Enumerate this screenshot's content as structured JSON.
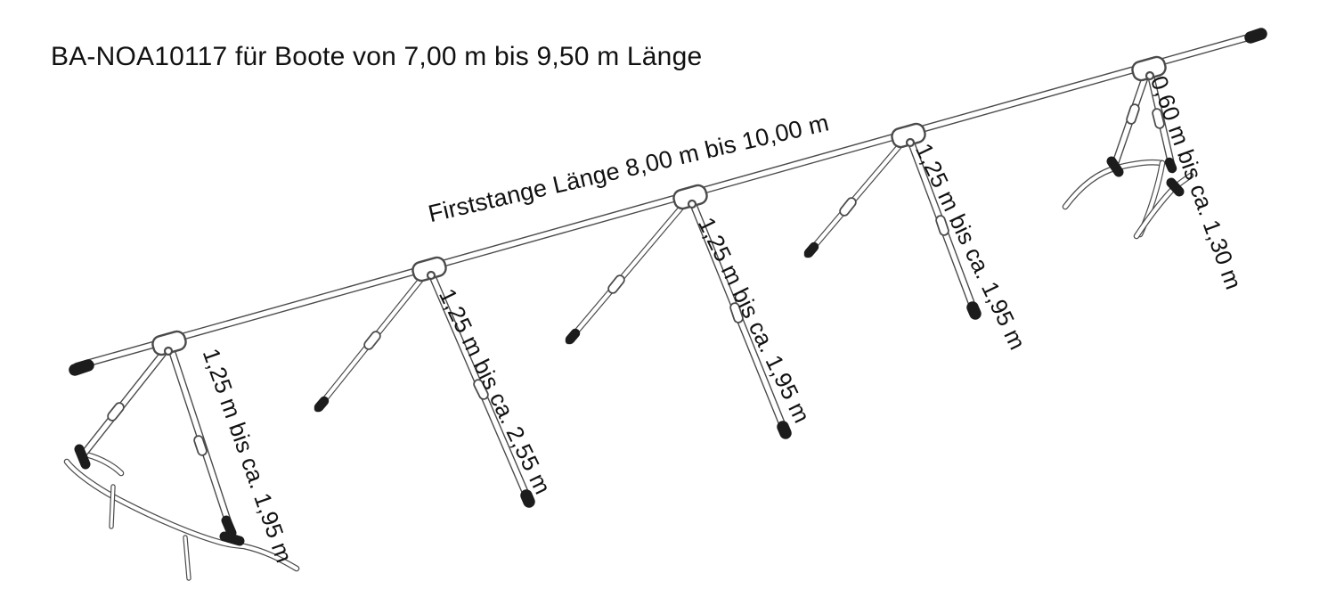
{
  "title": "BA-NOA10117 für Boote von 7,00 m bis 9,50 m Länge",
  "diagram": {
    "ridge_label": "Firststange Länge 8,00 m bis 10,00 m",
    "leg_labels": [
      {
        "position": "bow-support-leg",
        "text": "1,25 m bis ca. 1,95 m"
      },
      {
        "position": "middle-leg-2",
        "text": "1,25 m bis ca. 2,55 m"
      },
      {
        "position": "middle-leg-3",
        "text": "1,25 m bis ca. 1,95 m"
      },
      {
        "position": "middle-leg-4",
        "text": "1,25 m bis ca. 1,95 m"
      },
      {
        "position": "stern-support-leg",
        "text": "0,60 m bis ca. 1,30 m"
      }
    ]
  },
  "colors": {
    "line": "#4b4b4b",
    "solid": "#1c1c1c",
    "text": "#111111",
    "bg": "#ffffff"
  }
}
